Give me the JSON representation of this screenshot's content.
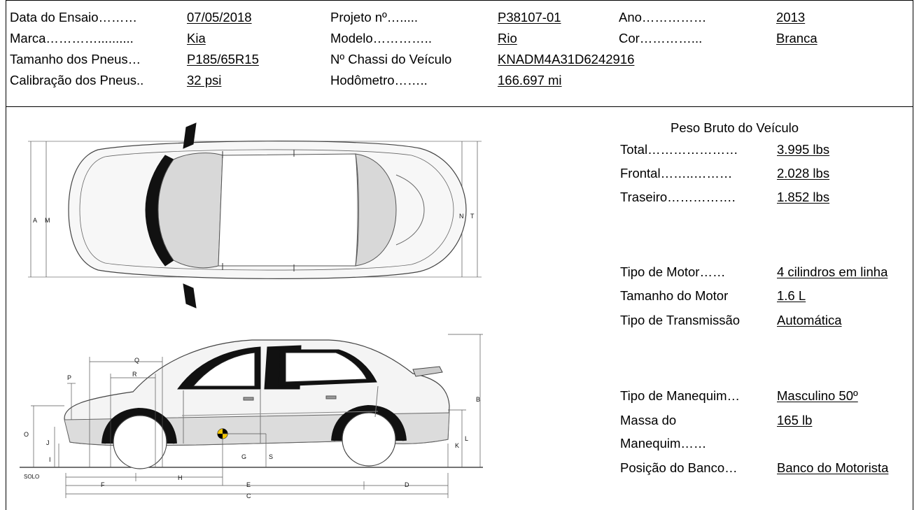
{
  "header": {
    "test_date_label": "Data do Ensaio………",
    "test_date_value": "07/05/2018",
    "project_label": "Projeto nº….....",
    "project_value": "P38107-01",
    "year_label": "Ano……………",
    "year_value": "2013",
    "make_label": "Marca…………..........",
    "make_value": "Kia",
    "model_label": "Modelo…………..",
    "model_value": "Rio",
    "color_label": "Cor…………...",
    "color_value": "Branca",
    "tire_size_label": "Tamanho dos Pneus…",
    "tire_size_value": "P185/65R15",
    "vin_label": "Nº Chassi do Veículo",
    "vin_value": "KNADM4A31D6242916",
    "tire_pressure_label": "Calibração dos Pneus..",
    "tire_pressure_value": "32 psi",
    "odometer_label": "Hodômetro……..",
    "odometer_value": "166.697 mi"
  },
  "weights": {
    "title": "Peso Bruto do Veículo",
    "total_label": "Total…………………",
    "total_value": "3.995 lbs",
    "front_label": "Frontal……..………",
    "front_value": "2.028 lbs",
    "rear_label": "Traseiro…………….",
    "rear_value": "1.852 lbs"
  },
  "engine": {
    "type_label": "Tipo de Motor……",
    "type_value": "4 cilindros em linha",
    "size_label": "Tamanho do Motor",
    "size_value": "1.6 L",
    "transmission_label": "Tipo de Transmissão",
    "transmission_value": "Automática"
  },
  "dummy": {
    "type_label": "Tipo de Manequim…",
    "type_value": "Masculino 50º",
    "mass_label_line1": "Massa do",
    "mass_label_line2": "Manequim……",
    "mass_value": "165 lb",
    "seat_label": "Posição do Banco…",
    "seat_value": "Banco do Motorista"
  },
  "diagram_labels": {
    "top_left_a": "A",
    "top_left_m": "M",
    "top_right_n": "N",
    "top_right_t": "T",
    "q": "Q",
    "r": "R",
    "p": "P",
    "b": "B",
    "o": "O",
    "j": "J",
    "i": "I",
    "l": "L",
    "k": "K",
    "g": "G",
    "s": "S",
    "h": "H",
    "f": "F",
    "e": "E",
    "d": "D",
    "c": "C",
    "ground": "SOLO"
  }
}
